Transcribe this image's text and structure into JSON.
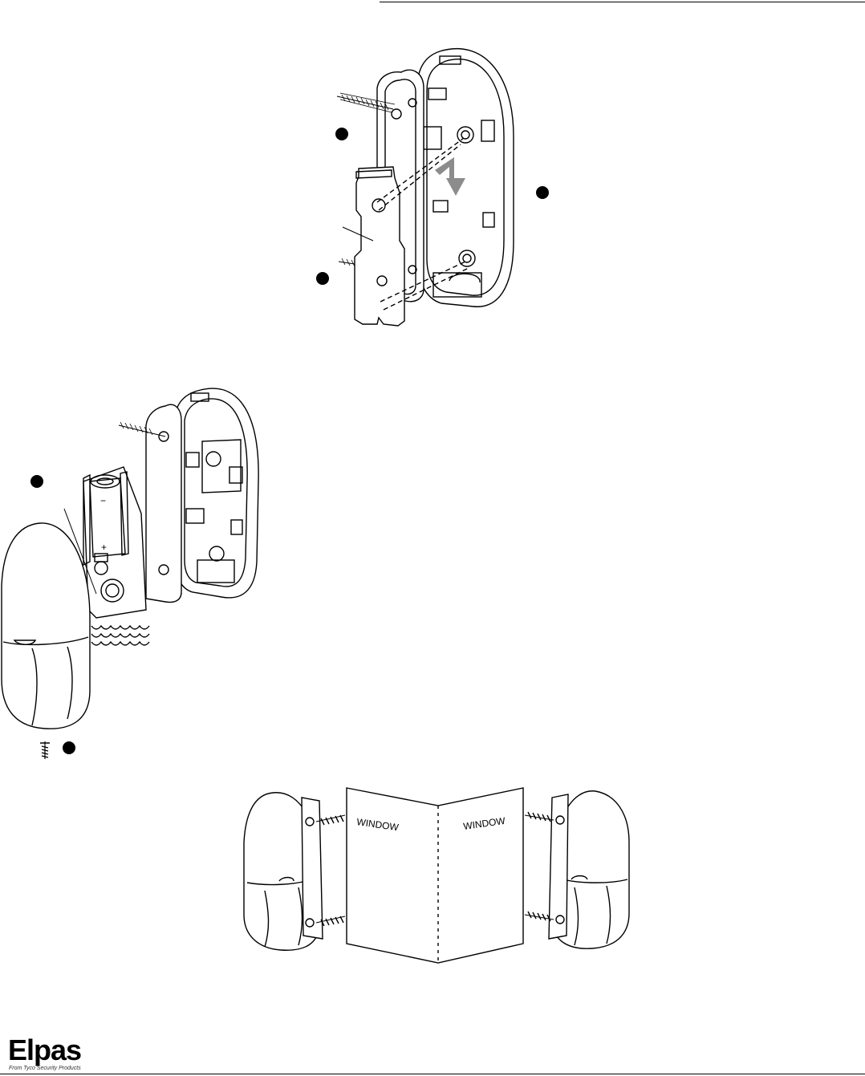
{
  "figure_labels": {
    "window_left": "WINDOW",
    "window_right": "WINDOW",
    "battery_minus": "−",
    "battery_plus": "+"
  },
  "logo": {
    "wordmark": "Elpas",
    "tagline": "From Tyco Security Products"
  }
}
